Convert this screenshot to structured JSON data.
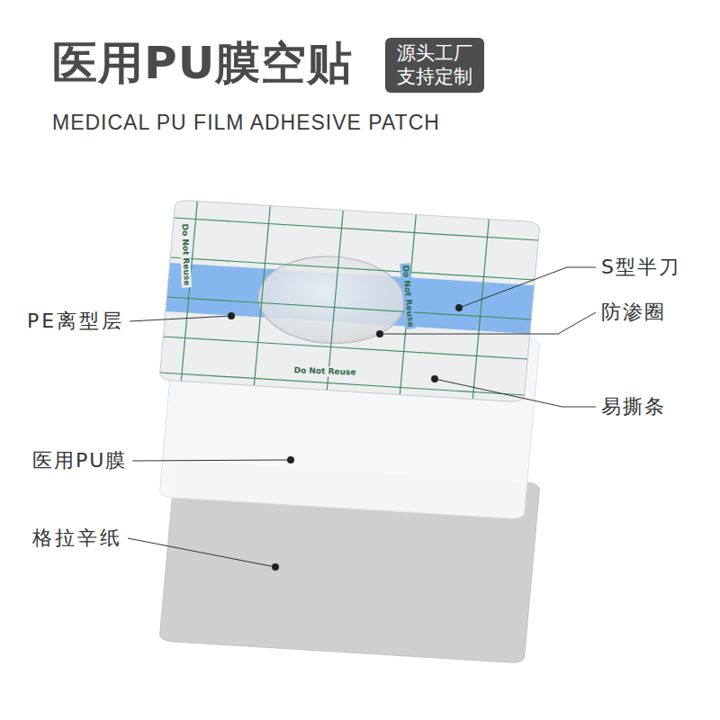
{
  "diagram": {
    "title": "医用PU膜空贴",
    "nodes": [
      {
        "text": [
          "源头工厂 支持定制"
        ]
      }
    ],
    "labels": [
      "MEDICAL PU FILM ADHESIVE PATCH",
      "S型半刀",
      "防渗圈",
      "易撕条",
      "PE离型层",
      "医用PU膜",
      "格拉辛纸",
      "Do Not Reuse",
      "Do Not Reuse",
      "Do Not Reuse"
    ]
  }
}
